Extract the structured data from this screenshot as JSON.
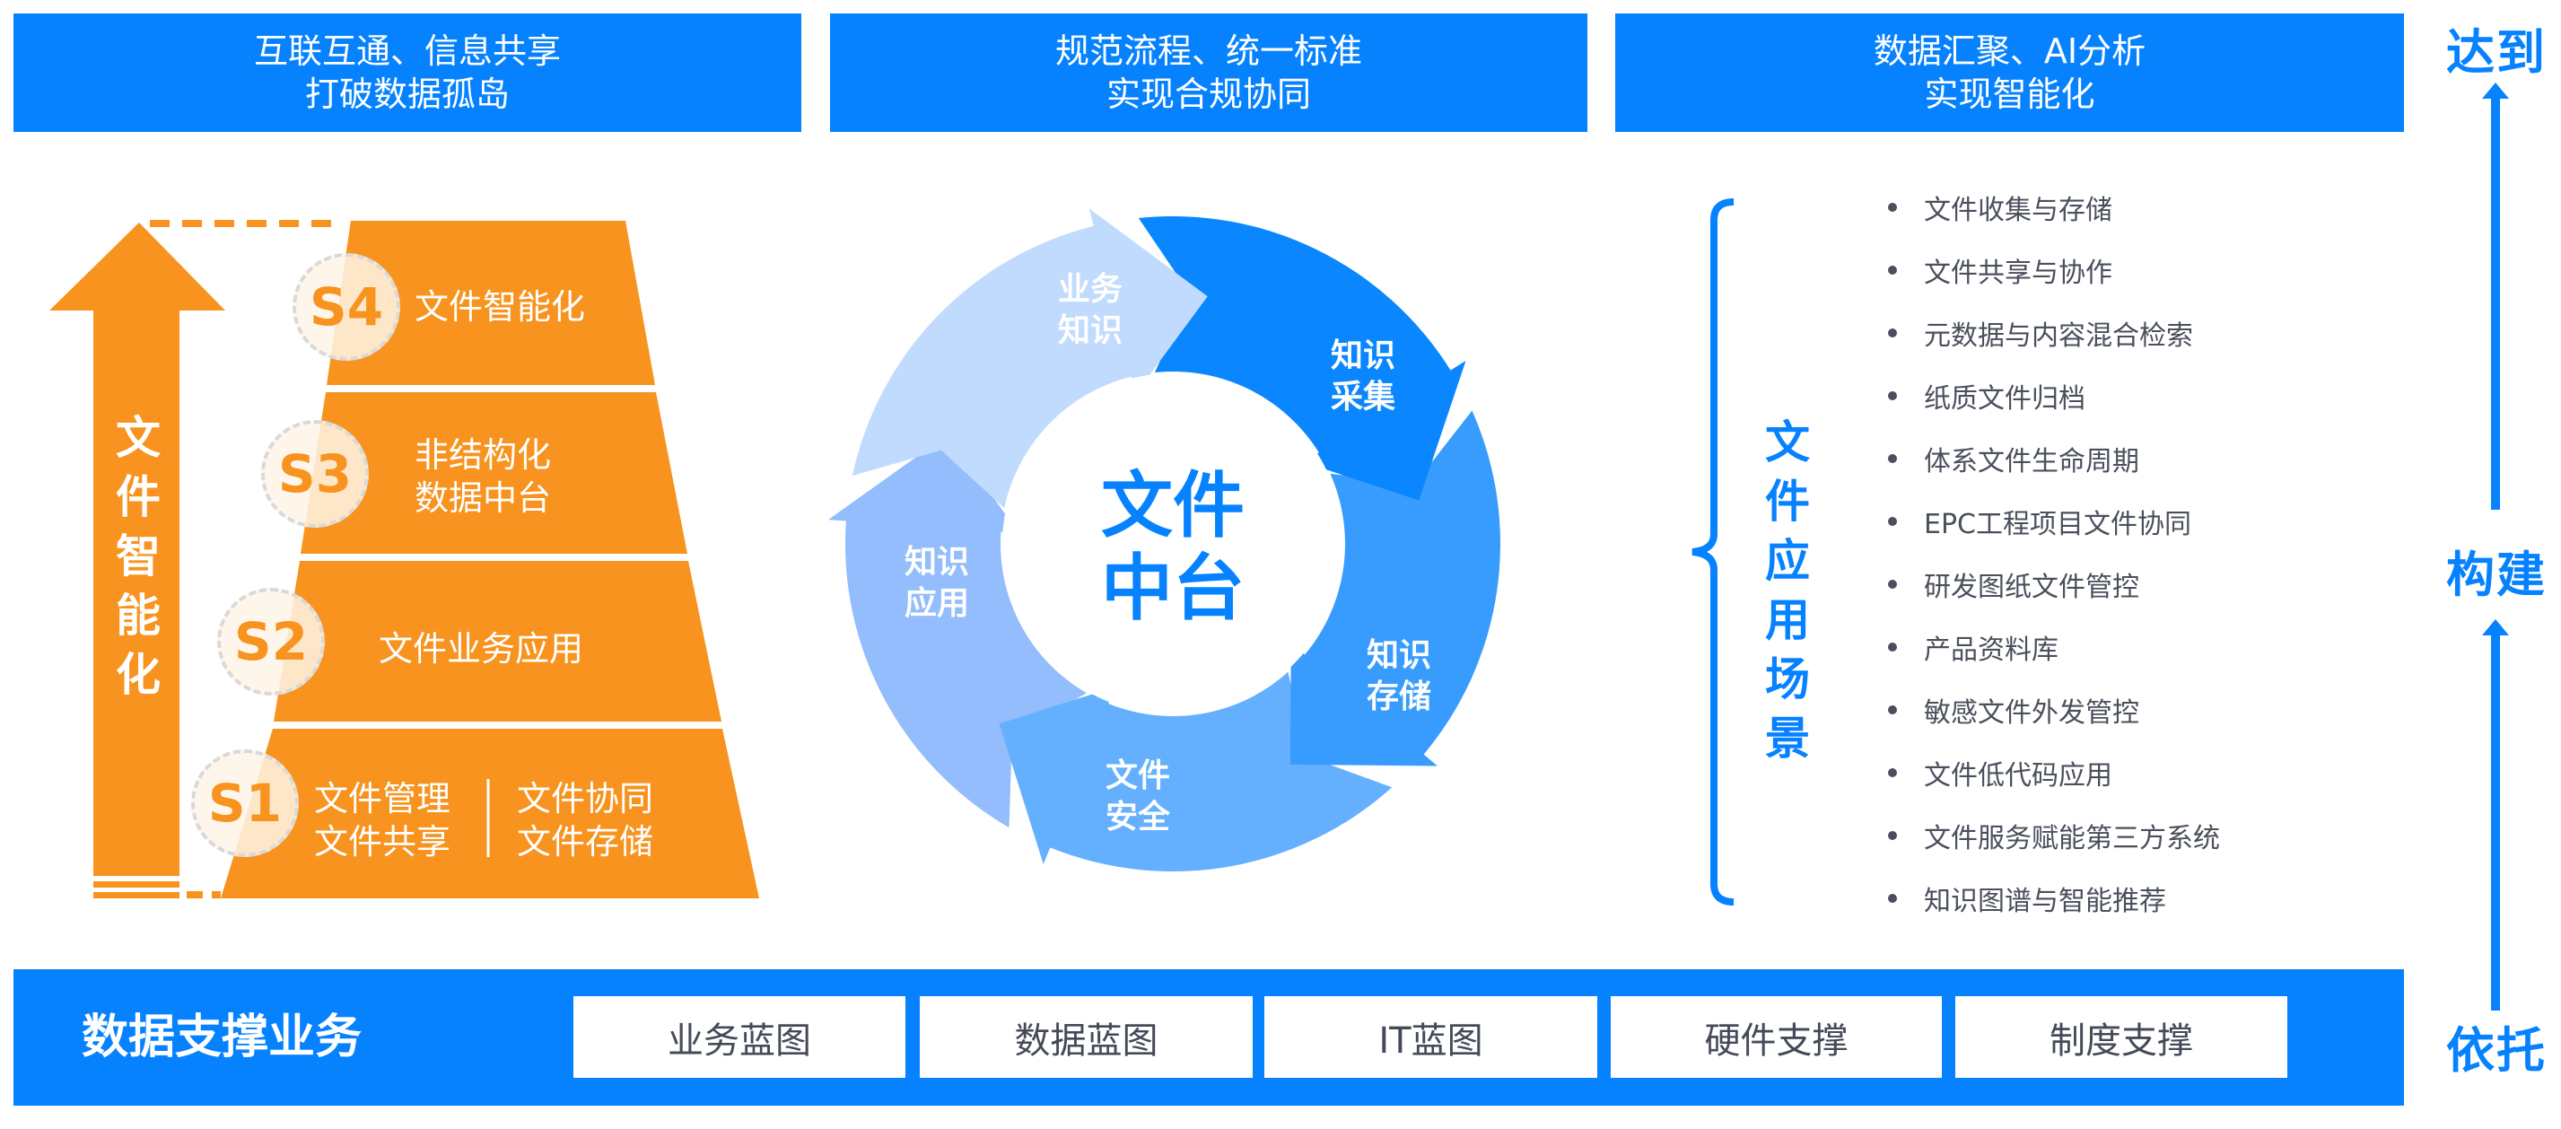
{
  "top_goals": [
    {
      "line1": "互联互通、信息共享",
      "line2": "打破数据孤岛"
    },
    {
      "line1": "规范流程、统一标准",
      "line2": "实现合规协同"
    },
    {
      "line1": "数据汇聚、AI分析",
      "line2": "实现智能化"
    }
  ],
  "side_flow": {
    "top": "达到",
    "middle": "构建",
    "bottom": "依托"
  },
  "maturity": {
    "arrow_label": "文件智能化",
    "stages": [
      {
        "badge": "S4",
        "lines": [
          "文件智能化"
        ]
      },
      {
        "badge": "S3",
        "lines": [
          "非结构化",
          "数据中台"
        ]
      },
      {
        "badge": "S2",
        "lines": [
          "文件业务应用"
        ]
      },
      {
        "badge": "S1",
        "lines": [
          "文件管理",
          "文件协同",
          "文件共享",
          "文件存储"
        ],
        "separator": "|"
      }
    ]
  },
  "cycle": {
    "center_line1": "文件",
    "center_line2": "中台",
    "segments": [
      {
        "line1": "业务",
        "line2": "知识",
        "color": "#c0dbfd"
      },
      {
        "line1": "知识",
        "line2": "采集",
        "color": "#0a87fe"
      },
      {
        "line1": "知识",
        "line2": "存储",
        "color": "#389cfe"
      },
      {
        "line1": "文件",
        "line2": "安全",
        "color": "#64b0fe"
      },
      {
        "line1": "知识",
        "line2": "应用",
        "color": "#93bdfc"
      }
    ]
  },
  "scenarios": {
    "title": "文件应用场景",
    "items": [
      "文件收集与存储",
      "文件共享与协作",
      "元数据与内容混合检索",
      "纸质文件归档",
      "体系文件生命周期",
      "EPC工程项目文件协同",
      "研发图纸文件管控",
      "产品资料库",
      "敏感文件外发管控",
      "文件低代码应用",
      "文件服务赋能第三方系统",
      "知识图谱与智能推荐"
    ]
  },
  "support": {
    "title": "数据支撑业务",
    "items": [
      "业务蓝图",
      "数据蓝图",
      "IT蓝图",
      "硬件支撑",
      "制度支撑"
    ]
  },
  "colors": {
    "primary_blue": "#0682ff",
    "orange": "#f7931e",
    "text_gray": "#4a4f5c"
  }
}
